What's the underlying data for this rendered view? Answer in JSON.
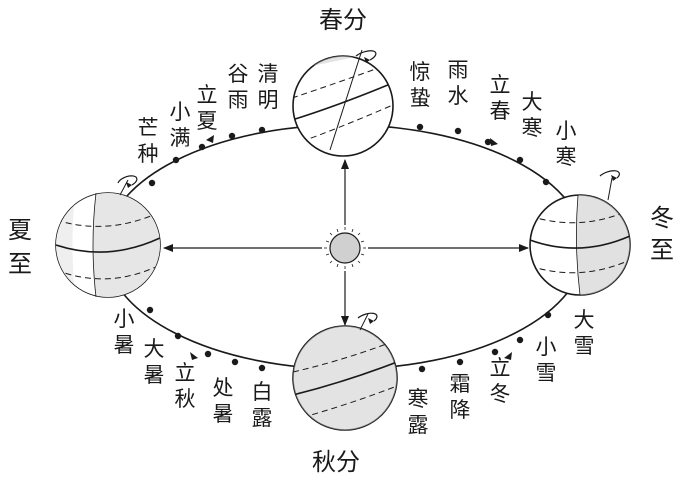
{
  "colors": {
    "line": "#1a1a1a",
    "shade": "#c8c8c8",
    "sun": "#d0d0d0",
    "background": "#ffffff"
  },
  "main_labels": {
    "spring_equinox": "春分",
    "summer_solstice": "夏至",
    "autumn_equinox": "秋分",
    "winter_solstice": "冬至"
  },
  "terms": [
    "清明",
    "谷雨",
    "立夏",
    "小满",
    "芒种",
    "小暑",
    "大暑",
    "立秋",
    "处暑",
    "白露",
    "寒露",
    "霜降",
    "立冬",
    "小雪",
    "大雪",
    "小寒",
    "大寒",
    "立春",
    "雨水",
    "惊蛰"
  ],
  "icons": {
    "sun": "sun-icon",
    "rotation_arrow": "rotation-arrow-icon",
    "earth": "earth-globe-icon"
  }
}
